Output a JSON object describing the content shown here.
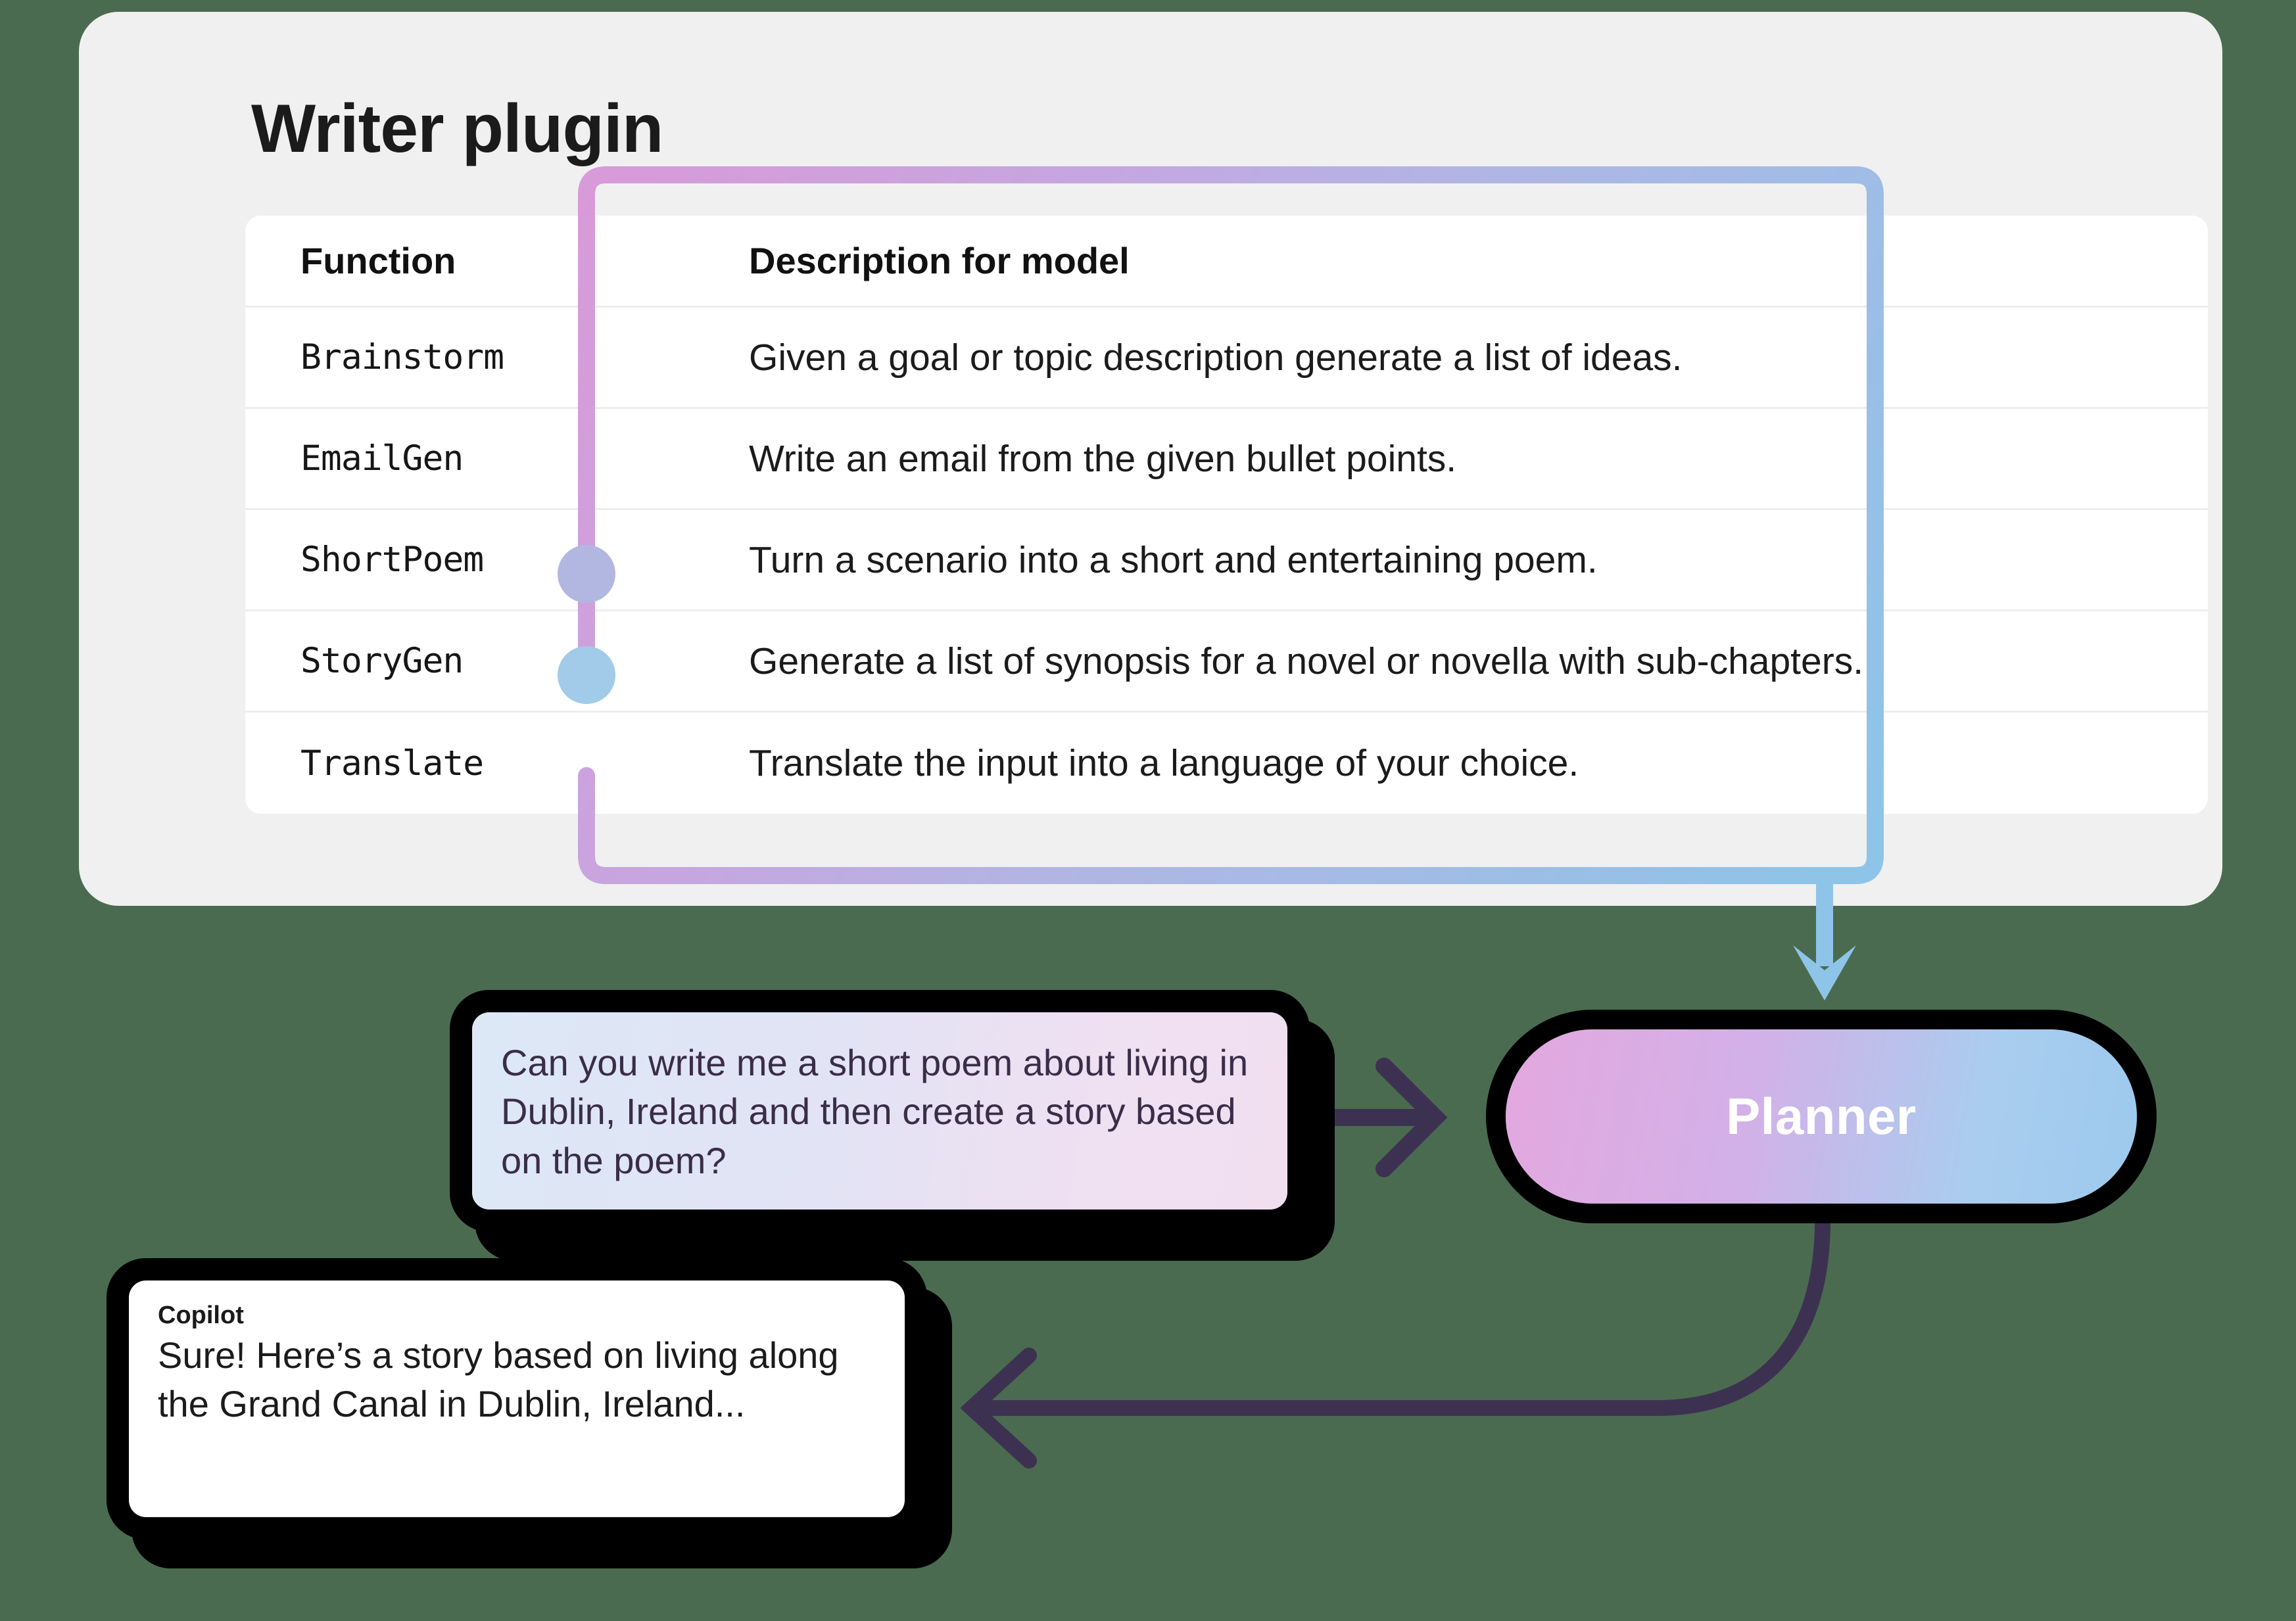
{
  "panel": {
    "title": "Writer plugin"
  },
  "table": {
    "headers": [
      "Function",
      "Description for model"
    ],
    "rows": [
      {
        "function": "Brainstorm",
        "description": "Given a goal or topic description generate a list of ideas."
      },
      {
        "function": "EmailGen",
        "description": "Write an email from the given bullet points."
      },
      {
        "function": "ShortPoem",
        "description": "Turn a scenario into a short and entertaining poem."
      },
      {
        "function": "StoryGen",
        "description": "Generate a list of synopsis for a novel or novella with sub-chapters."
      },
      {
        "function": "Translate",
        "description": "Translate the input into a language of your choice."
      }
    ]
  },
  "planner": {
    "label": "Planner"
  },
  "conversation": {
    "user_message": "Can you write me a short poem about living in Dublin, Ireland and then create a story based on the poem?",
    "assistant_name": "Copilot",
    "assistant_message": "Sure! Here’s a story based on living along the Grand Canal in Dublin, Ireland..."
  },
  "connectors": {
    "selected_functions": [
      "ShortPoem",
      "StoryGen"
    ],
    "dot_shortpoem_color": "#b2b7e2",
    "dot_storygen_color": "#a1cbe9",
    "wire_start_color": "#d89ad8",
    "wire_end_color": "#8ec4e8",
    "arrow_color": "#3d3152"
  },
  "colors": {
    "background": "#4a6b4f",
    "panel": "#f0f0f0",
    "table": "#ffffff",
    "planner_gradient_start": "#e3a8df",
    "planner_gradient_end": "#9cc9ee",
    "bubble_outline": "#000000"
  }
}
